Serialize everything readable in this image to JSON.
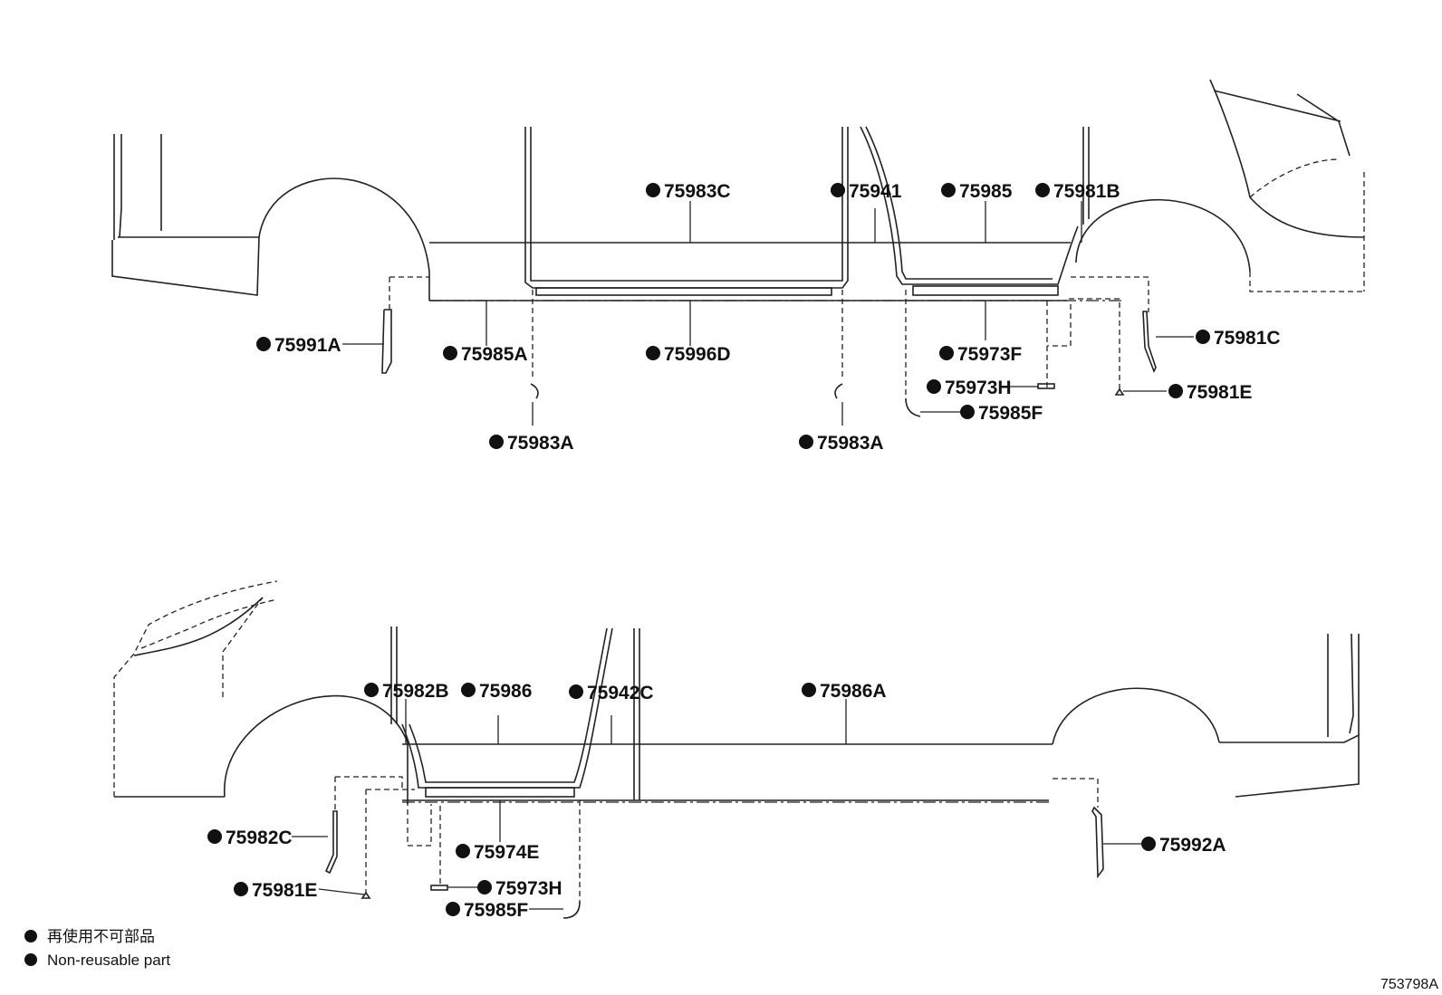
{
  "colors": {
    "ink": "#111111",
    "line": "#222222",
    "background": "#ffffff"
  },
  "icons": {
    "bullet": "non-reusable-dot-icon"
  },
  "top_view": {
    "labels": {
      "p75983C": "75983C",
      "p75941": "75941",
      "p75985": "75985",
      "p75981B": "75981B",
      "p75991A": "75991A",
      "p75985A": "75985A",
      "p75996D": "75996D",
      "p75973F": "75973F",
      "p75981C": "75981C",
      "p75973H": "75973H",
      "p75981E": "75981E",
      "p75985F": "75985F",
      "p75983A_left": "75983A",
      "p75983A_right": "75983A"
    }
  },
  "bottom_view": {
    "labels": {
      "p75982B": "75982B",
      "p75986": "75986",
      "p75942C": "75942C",
      "p75986A": "75986A",
      "p75982C": "75982C",
      "p75974E": "75974E",
      "p75992A": "75992A",
      "p75981E": "75981E",
      "p75973H": "75973H",
      "p75985F": "75985F"
    }
  },
  "legend": {
    "japanese": "再使用不可部品",
    "english": "Non-reusable part"
  },
  "reference_number": "753798A"
}
